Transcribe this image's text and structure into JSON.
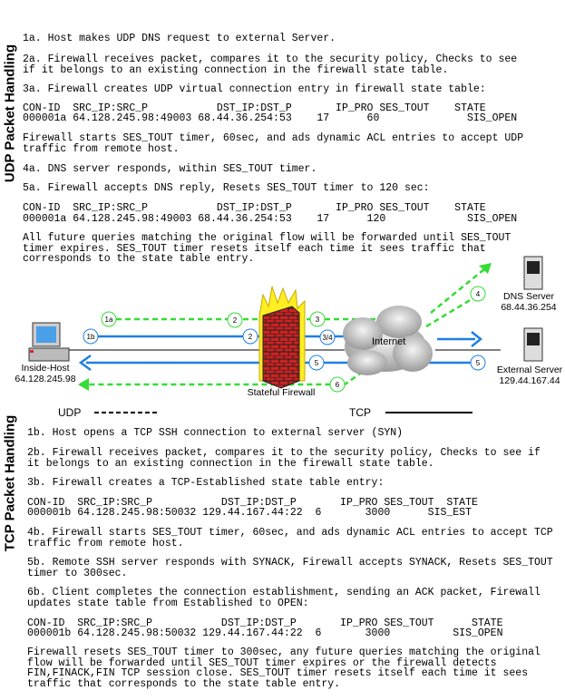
{
  "udp_section": {
    "title": "UDP Packet Handling",
    "step_1a": "1a. Host makes UDP DNS request to external Server.",
    "step_2a": "2a. Firewall receives packet, compares it to the security policy, Checks to see\nif it belongs to an existing connection in the firewall state table.",
    "step_3a": "3a. Firewall creates UDP virtual connection entry in firewall state table:",
    "table1_header": "CON-ID  SRC_IP:SRC_P           DST_IP:DST_P       IP_PRO SES_TOUT    STATE",
    "table1_row": "000001a 64.128.245.98:49003 68.44.36.254:53    17      60              SIS_OPEN",
    "timer_note": "Firewall starts SES_TOUT timer, 60sec, and ads dynamic ACL entries to accept UDP\ntraffic from remote host.",
    "step_4a": "4a. DNS server responds, within SES_TOUT timer.",
    "step_5a": "5a. Firewall accepts DNS reply, Resets SES_TOUT timer to 120 sec:",
    "table2_header": "CON-ID  SRC_IP:SRC_P           DST_IP:DST_P       IP_PRO SES_TOUT    STATE",
    "table2_row": "000001a 64.128.245.98:49003 68.44.36.254:53    17      120             SIS_OPEN",
    "future_note": "All future queries matching the original flow will be forwarded until SES_TOUT\ntimer expires. SES_TOUT timer resets itself each time it sees traffic that\ncorresponds to the state table entry."
  },
  "diagram": {
    "inside_host_label": "Inside-Host",
    "inside_host_ip": "64.128.245.98",
    "dns_server_label": "DNS Server",
    "dns_server_ip": "68.44.36.254",
    "external_server_label": "External Server",
    "external_server_ip": "129.44.167.44",
    "firewall_label": "Stateful Firewall",
    "internet_label": "Internet",
    "markers": [
      "1a",
      "2",
      "3",
      "4",
      "1b",
      "2",
      "3/4",
      "5",
      "5",
      "6"
    ],
    "legend_udp": "UDP",
    "legend_tcp": "TCP",
    "colors": {
      "udp": "#33dd33",
      "tcp": "#1e7fe6",
      "brick": "#cc2222",
      "flame": "#ffee22"
    }
  },
  "tcp_section": {
    "title": "TCP Packet Handling",
    "step_1b": "1b. Host opens a TCP SSH connection to external server (SYN)",
    "step_2b": "2b. Firewall receives packet, compares it to the security policy, Checks to see if\nit belongs to an existing connection in the firewall state table.",
    "step_3b": "3b. Firewall creates a TCP-Established state table entry:",
    "table1_header": "CON-ID  SRC_IP:SRC_P           DST_IP:DST_P       IP_PRO SES_TOUT  STATE",
    "table1_row": "000001b 64.128.245.98:50032 129.44.167.44:22  6       3000      SIS_EST",
    "step_4b": "4b. Firewall starts SES_TOUT timer, 60sec, and ads dynamic ACL entries to accept TCP\ntraffic from remote host.",
    "step_5b": "5b. Remote SSH server responds with SYNACK, Firewall accepts SYNACK, Resets SES_TOUT\ntimer to 300sec.",
    "step_6b": "6b. Client completes the connection establishment, sending an ACK packet, Firewall\nupdates state table from Established to OPEN:",
    "table2_header": "CON-ID  SRC_IP:SRC_P           DST_IP:DST_P       IP_PRO SES_TOUT      STATE",
    "table2_row": "000001b 64.128.245.98:50032 129.44.167.44:22  6       3000          SIS_OPEN",
    "final_note": "Firewall resets SES_TOUT timer to 300sec, any future queries matching the original\nflow will be forwarded until SES_TOUT timer expires or the firewall detects\nFIN,FINACK,FIN TCP session close. SES_TOUT timer resets itself each time it sees\ntraffic that corresponds to the state table entry."
  }
}
